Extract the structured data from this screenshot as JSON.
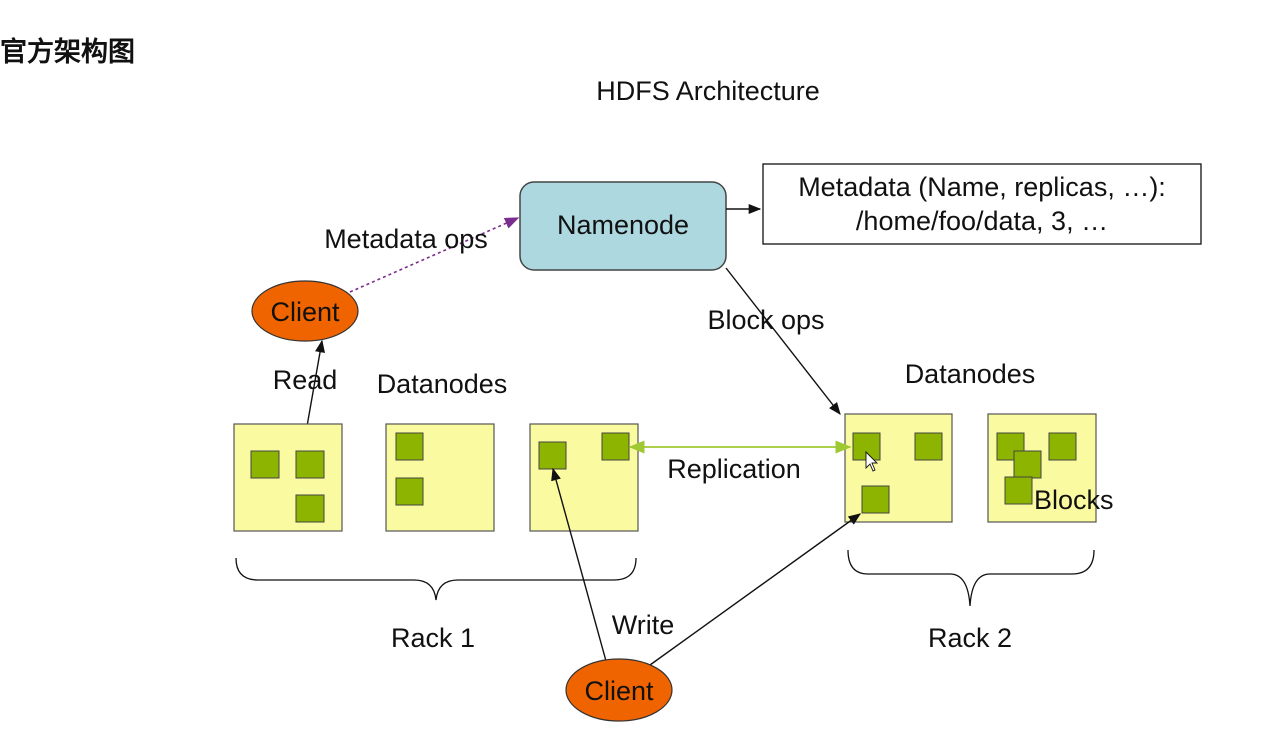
{
  "page": {
    "title": "官方架构图"
  },
  "diagram": {
    "title": "HDFS Architecture",
    "namenode": "Namenode",
    "metadata_line1": "Metadata (Name, replicas, …):",
    "metadata_line2": "/home/foo/data, 3, …",
    "metadata_ops": "Metadata ops",
    "block_ops": "Block ops",
    "client_top": "Client",
    "client_bottom": "Client",
    "read": "Read",
    "write": "Write",
    "datanodes_left": "Datanodes",
    "datanodes_right": "Datanodes",
    "replication": "Replication",
    "blocks": "Blocks",
    "rack1": "Rack 1",
    "rack2": "Rack 2"
  },
  "colors": {
    "namenode_fill": "#add8e0",
    "datanode_fill": "#fafaa0",
    "block_fill": "#8cb400",
    "client_fill": "#f06400",
    "replication_line": "#a0c832",
    "metadata_ops_line": "#7b2d8e"
  }
}
